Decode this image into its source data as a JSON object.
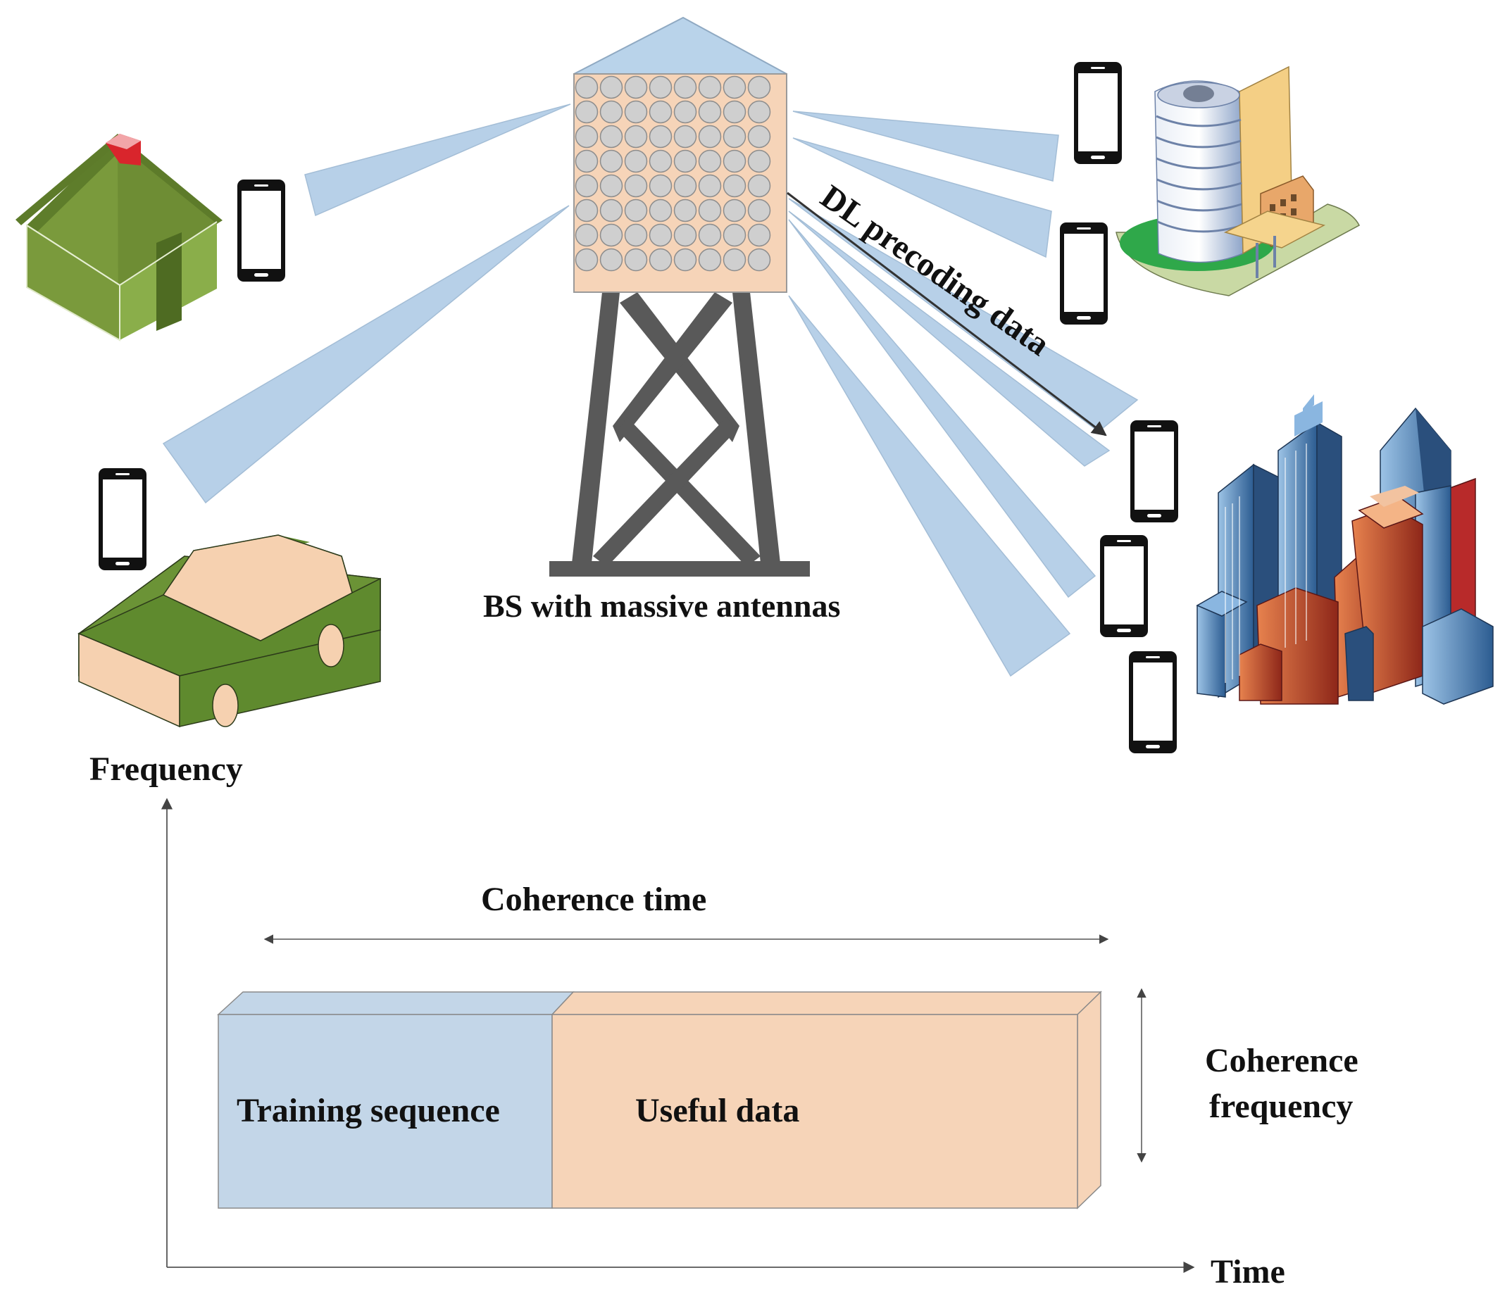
{
  "labels": {
    "bs": "BS with massive antennas",
    "dl_precoding": "DL precoding data",
    "frequency_axis": "Frequency",
    "time_axis": "Time",
    "coherence_time": "Coherence time",
    "coherence_frequency_line1": "Coherence",
    "coherence_frequency_line2": "frequency",
    "training_sequence": "Training sequence",
    "useful_data": "Useful data"
  },
  "colors": {
    "beam": "#b7d0e8",
    "panel": "#f6d4b8",
    "antenna": "#cfcfcf",
    "roof": "#b9d3ea",
    "tower": "#595959",
    "house_green": "#7a9a3c",
    "training_block": "#c3d6e8",
    "useful_block": "#f6d4b8",
    "car_green": "#5f8a2e",
    "car_cabin": "#f6d1b0"
  },
  "icons": {
    "base_station": "cell-tower-icon",
    "phone": "smartphone-icon",
    "house": "house-icon",
    "car": "car-icon",
    "office": "office-building-icon",
    "city": "city-skyline-icon"
  }
}
